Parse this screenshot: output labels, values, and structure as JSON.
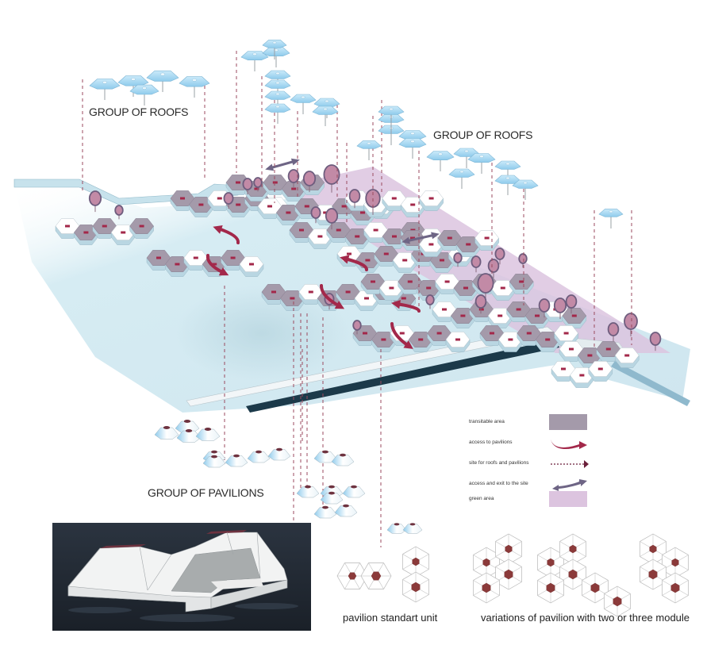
{
  "labels": {
    "group_of_roofs_left": "GROUP OF ROOFS",
    "group_of_roofs_right": "GROUP OF ROOFS",
    "group_of_pavilions": "GROUP OF PAVILIONS"
  },
  "legend": {
    "items": [
      {
        "label": "transitable area",
        "symbol": "swatch",
        "color": "#a49aaa"
      },
      {
        "label": "access to pavilions",
        "symbol": "curved-arrow",
        "color": "#a3284a"
      },
      {
        "label": "site for roofs and pavilions",
        "symbol": "dotted-arrow",
        "color": "#6b1f3a"
      },
      {
        "label": "access and exit to the site",
        "symbol": "double-arrow",
        "color": "#6e6585"
      },
      {
        "label": "green area",
        "symbol": "swatch",
        "color": "#dcc4df"
      }
    ]
  },
  "captions": {
    "standard_unit": "pavilion standart unit",
    "variations": "variations of pavilion with two or three module"
  },
  "colors": {
    "water": "#dbeef4",
    "roof_blue": "#a9d8f0",
    "dashed_line": "#9b4a5f",
    "pavilion_top": "#6e3340",
    "hex_center": "#8b3a3a",
    "tree": "#c28aa6",
    "tree_outline": "#6e5d7e",
    "green_area": "#dcc4df",
    "transitable": "#a49aaa",
    "dark_water": "#1c3a4a"
  }
}
